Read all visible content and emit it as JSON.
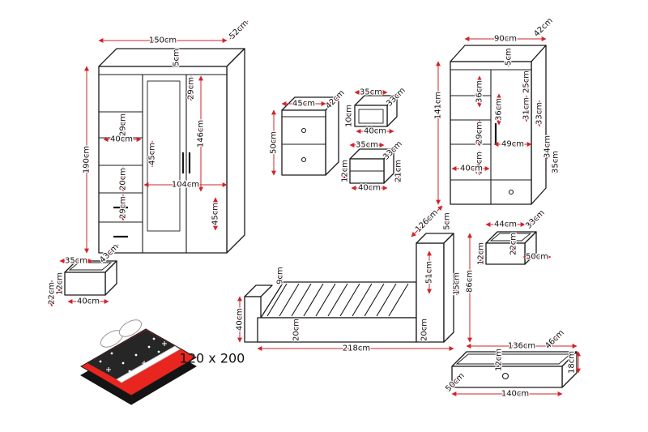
{
  "colors": {
    "dimension_line": "#d2232a",
    "outline": "#1a1a1a",
    "mattress_red": "#e8251f",
    "bedding_dark": "#262626"
  },
  "wardrobe_large": {
    "width": "150cm",
    "depth": "52cm",
    "top_panel": "5cm",
    "height": "190cm",
    "top_shelf": "29cm",
    "inner_height": "146cm",
    "shelf_gap_a": "29cm",
    "shelf_width": "40cm",
    "shelf_depth": "45cm",
    "drawer_a": "20cm",
    "drawer_b": "29cm",
    "door_width": "104cm",
    "lower_depth": "45cm"
  },
  "nightstand": {
    "width": "45cm",
    "depth": "42cm",
    "height": "50cm"
  },
  "wall_shelf_a": {
    "width": "35cm",
    "depth": "33cm",
    "height": "10cm",
    "bottom_width": "40cm"
  },
  "wall_shelf_b": {
    "width": "35cm",
    "depth": "33cm",
    "height": "21cm",
    "inner_height": "12cm",
    "bottom_width": "40cm"
  },
  "wardrobe_small": {
    "width": "90cm",
    "depth": "42cm",
    "top_panel": "5cm",
    "height": "141cm",
    "shelf_a": "25cm",
    "shelf_b": "31cm",
    "shelf_c": "36cm",
    "shelf_d": "36cm",
    "depth_a": "33cm",
    "shelf_e": "29cm",
    "inner_width": "49cm",
    "depth_b": "34cm",
    "shelf_f": "29cm",
    "depth_c": "35cm",
    "bottom_width": "40cm"
  },
  "drawer_left": {
    "width": "35cm",
    "depth": "43cm",
    "inner_height": "12cm",
    "height": "22cm",
    "bottom_width": "40cm"
  },
  "bed": {
    "headboard_width": "126cm",
    "panel": "5cm",
    "headboard_height": "51cm",
    "rail_height": "15cm",
    "total_height": "86cm",
    "slat_gap": "9cm",
    "footboard_height": "40cm",
    "frame_front": "20cm",
    "frame_back": "20cm",
    "length": "218cm"
  },
  "drawer_right": {
    "width": "44cm",
    "depth": "33cm",
    "inner_height": "22cm",
    "bottom_depth": "50cm",
    "height": "12cm"
  },
  "mattress": {
    "size": "120 x 200"
  },
  "underbed_drawer": {
    "width": "136cm",
    "depth": "46cm",
    "height": "18cm",
    "inner_height": "12cm",
    "side_depth": "50cm",
    "bottom_width": "140cm"
  }
}
